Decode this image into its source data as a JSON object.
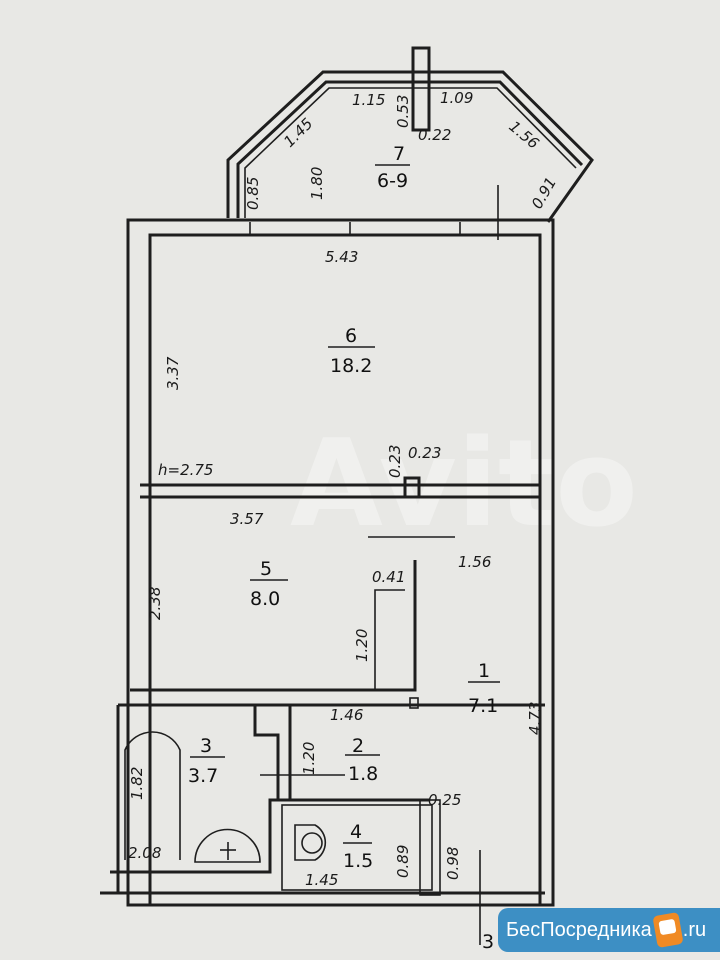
{
  "rooms": [
    {
      "id": "7",
      "area": "6-9"
    },
    {
      "id": "6",
      "area": "18.2"
    },
    {
      "id": "5",
      "area": "8.0"
    },
    {
      "id": "1",
      "area": "7.1"
    },
    {
      "id": "3",
      "area": "3.7"
    },
    {
      "id": "2",
      "area": "1.8"
    },
    {
      "id": "4",
      "area": "1.5"
    }
  ],
  "dimensions": {
    "balcony_left": "0.85",
    "balcony_diag_left": "1.45",
    "balcony_top_left": "1.15",
    "balcony_col": "0.53",
    "balcony_col_w": "0.22",
    "balcony_top_right": "1.09",
    "balcony_diag_right": "1.56",
    "balcony_right": "0.91",
    "balcony_depth": "1.80",
    "room6_width": "5.43",
    "room6_height": "3.37",
    "ceiling_height": "h=2.75",
    "wall_a": "0.23",
    "wall_b": "0.23",
    "room5_width": "3.57",
    "room5_height": "2.38",
    "hall_width": "1.56",
    "niche_width": "0.41",
    "niche_height": "1.20",
    "hall_length": "4.73",
    "corridor_width": "1.46",
    "corridor_height": "1.20",
    "bath_length": "1.82",
    "bath_width": "2.08",
    "wc_width": "1.45",
    "wc_depth": "0.89",
    "shaft_w": "0.25",
    "shaft_h": "0.98",
    "bottom_mark": "3"
  },
  "watermark": "Avito",
  "logo": {
    "text": "БесПосредника",
    "suffix": ".ru"
  }
}
